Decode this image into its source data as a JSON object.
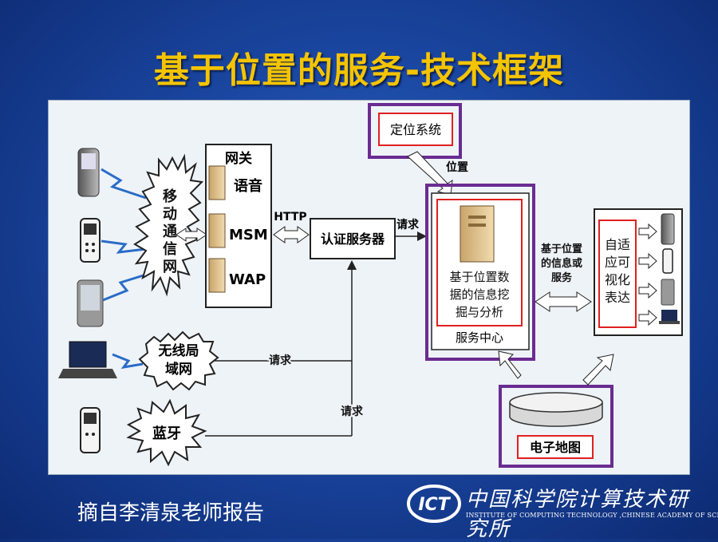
{
  "slide": {
    "title": "基于位置的服务-技术框架",
    "footer": "摘自李清泉老师报告"
  },
  "logo": {
    "mark": "ICT",
    "cn": "中国科学院计算技术研究所",
    "en": "INSTITUTE OF COMPUTING TECHNOLOGY ,CHINESE ACADEMY OF SCIENCES"
  },
  "diagram": {
    "mobile_network": [
      "移",
      "动",
      "通",
      "信",
      "网"
    ],
    "gateway": {
      "title": "网关",
      "items": [
        "语音",
        "MSM",
        "WAP"
      ]
    },
    "http": "HTTP",
    "auth_server": "认证服务器",
    "request": "请求",
    "positioning_system": "定位系统",
    "position": "位置",
    "service_center": {
      "inner": [
        "基于位置数",
        "据的信息挖",
        "掘与分析"
      ],
      "label": "服务中心"
    },
    "info_service": [
      "基于位置",
      "的信息或",
      "服务"
    ],
    "adaptive": [
      "自适",
      "应可",
      "视化",
      "表达"
    ],
    "wlan": [
      "无线局",
      "域网"
    ],
    "bluetooth": "蓝牙",
    "e_map": "电子地图"
  },
  "colors": {
    "title": "#f5c400",
    "highlight": "#6a2c91",
    "red_box": "#e02020"
  }
}
